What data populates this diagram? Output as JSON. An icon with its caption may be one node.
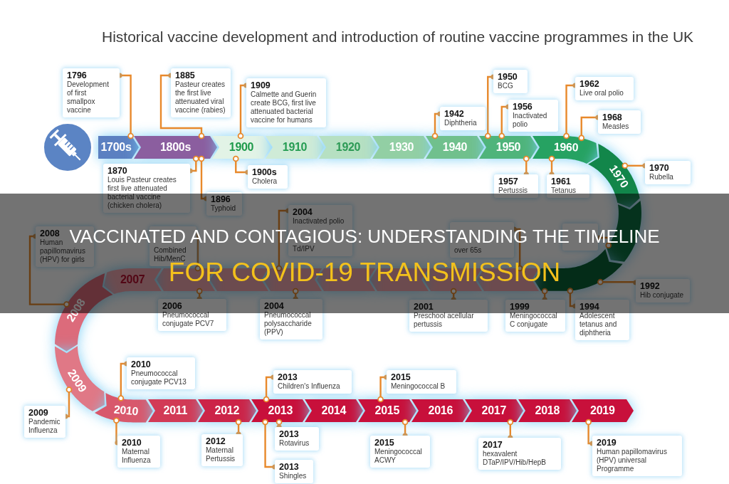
{
  "diagram": {
    "title": "Historical vaccine development and introduction of routine vaccine programmes in the UK",
    "nodes": [
      {
        "text": [
          "1700s"
        ]
      },
      {
        "text": [
          "1800s"
        ]
      },
      {
        "text": [
          "1900"
        ]
      },
      {
        "text": [
          "1910"
        ]
      },
      {
        "text": [
          "1920"
        ]
      },
      {
        "text": [
          "1930"
        ]
      },
      {
        "text": [
          "1940"
        ]
      },
      {
        "text": [
          "1950"
        ]
      },
      {
        "text": [
          "1960"
        ]
      },
      {
        "text": [
          "1970"
        ]
      },
      {
        "text": [],
        "shape": "chevron"
      },
      {
        "text": [],
        "shape": "chevron"
      },
      {
        "text": [],
        "shape": "chevron"
      },
      {
        "text": [],
        "shape": "chevron"
      },
      {
        "text": [],
        "shape": "chevron"
      },
      {
        "text": [],
        "shape": "chevron"
      },
      {
        "text": [],
        "shape": "chevron"
      },
      {
        "text": [],
        "shape": "chevron"
      },
      {
        "text": [],
        "shape": "chevron"
      },
      {
        "text": [
          "2007"
        ]
      },
      {
        "text": [
          "2008"
        ]
      },
      {
        "text": [
          "2009"
        ]
      },
      {
        "text": [
          "2010"
        ]
      },
      {
        "text": [
          "2011"
        ]
      },
      {
        "text": [
          "2012"
        ]
      },
      {
        "text": [
          "2013"
        ]
      },
      {
        "text": [
          "2014"
        ]
      },
      {
        "text": [
          "2015"
        ]
      },
      {
        "text": [
          "2016"
        ]
      },
      {
        "text": [
          "2017"
        ]
      },
      {
        "text": [
          "2018"
        ]
      },
      {
        "text": [
          "2019"
        ]
      },
      {
        "text": [
          "1796",
          "Development of first smallpox vaccine"
        ]
      },
      {
        "text": [
          "1885",
          "Pasteur creates the first live attenuated viral vaccine (rabies)"
        ]
      },
      {
        "text": [
          "1909",
          "Calmette and Guerin create BCG, first live attenuated bacterial vaccine for humans"
        ]
      },
      {
        "text": [
          "1942",
          "Diphtheria"
        ]
      },
      {
        "text": [
          "1950",
          "BCG"
        ]
      },
      {
        "text": [
          "1956",
          "Inactivated polio"
        ]
      },
      {
        "text": [
          "1962",
          "Live oral polio"
        ]
      },
      {
        "text": [
          "1968",
          "Measles"
        ]
      },
      {
        "text": [
          "1970",
          "Rubella"
        ]
      },
      {
        "text": [
          "1870",
          "Louis Pasteur creates first live attenuated bacterial vaccine (chicken cholera)"
        ]
      },
      {
        "text": [
          "1896",
          "Typhoid"
        ]
      },
      {
        "text": [
          "1900s",
          "Cholera"
        ]
      },
      {
        "text": [
          "1957",
          "Pertussis"
        ]
      },
      {
        "text": [
          "1961",
          "Tetanus"
        ]
      },
      {
        "text": [
          "2008",
          "Human papillomavirus (HPV) for girls"
        ]
      },
      {
        "text": [
          "Combined Hib/MenC"
        ]
      },
      {
        "text": [
          "2004",
          "Inactivated polio",
          "Td/IPV"
        ]
      },
      {
        "text": [
          "over 65s"
        ]
      },
      {
        "text": [],
        "shape": "box"
      },
      {
        "text": [
          "1992",
          "Hib conjugate"
        ]
      },
      {
        "text": [
          "1994",
          "Adolescent tetanus and diphtheria"
        ]
      },
      {
        "text": [
          "1999",
          "Meningococcal C conjugate"
        ]
      },
      {
        "text": [
          "2001",
          "Preschool acellular pertussis"
        ]
      },
      {
        "text": [
          "2006",
          "Pneumococcal conjugate PCV7"
        ]
      },
      {
        "text": [
          "2004",
          "Pneumococcal polysaccharide (PPV)"
        ]
      },
      {
        "text": [
          "2010",
          "Pneumococcal conjugate PCV13"
        ]
      },
      {
        "text": [
          "2013",
          "Children's Influenza"
        ]
      },
      {
        "text": [
          "2015",
          "Meningococcal B"
        ]
      },
      {
        "text": [
          "2009",
          "Pandemic Influenza"
        ]
      },
      {
        "text": [
          "2010",
          "Maternal Influenza"
        ]
      },
      {
        "text": [
          "2012",
          "Maternal Pertussis"
        ]
      },
      {
        "text": [
          "2013",
          "Rotavirus"
        ]
      },
      {
        "text": [
          "2013",
          "Shingles"
        ]
      },
      {
        "text": [
          "2015",
          "Meningococcal ACWY"
        ]
      },
      {
        "text": [
          "2017",
          "hexavalent DTaP/IPV/Hib/HepB"
        ]
      },
      {
        "text": [
          "2019",
          "Human papillomavirus (HPV) universal Programme"
        ]
      }
    ],
    "edges": [
      {
        "from": 32,
        "to": 0,
        "arrow": "other"
      },
      {
        "from": 33,
        "to": 1,
        "arrow": "other"
      },
      {
        "from": 34,
        "to": 2,
        "arrow": "other"
      },
      {
        "from": 35,
        "to": 6,
        "arrow": "other"
      },
      {
        "from": 36,
        "to": 7,
        "arrow": "other"
      },
      {
        "from": 37,
        "to": 7,
        "arrow": "other"
      },
      {
        "from": 38,
        "to": 8,
        "arrow": "other"
      },
      {
        "from": 39,
        "to": 8,
        "arrow": "other"
      },
      {
        "from": 40,
        "to": 9,
        "arrow": "other"
      },
      {
        "from": 41,
        "to": 1,
        "arrow": "other"
      },
      {
        "from": 42,
        "to": 1,
        "arrow": "other"
      },
      {
        "from": 43,
        "to": 2,
        "arrow": "other"
      },
      {
        "from": 44,
        "to": 7,
        "arrow": "other"
      },
      {
        "from": 45,
        "to": 8,
        "arrow": "other"
      },
      {
        "from": 46,
        "to": 20,
        "arrow": "other"
      },
      {
        "from": 47,
        "to": 18,
        "arrow": "other"
      },
      {
        "from": 48,
        "to": 16,
        "arrow": "other"
      },
      {
        "from": 49,
        "to": 12,
        "arrow": "other"
      },
      {
        "from": 50,
        "to": 10,
        "arrow": "other"
      },
      {
        "from": 51,
        "to": 11,
        "arrow": "other"
      },
      {
        "from": 52,
        "to": 11,
        "arrow": "other"
      },
      {
        "from": 53,
        "to": 11,
        "arrow": "other"
      },
      {
        "from": 54,
        "to": 13,
        "arrow": "other"
      },
      {
        "from": 55,
        "to": 18,
        "arrow": "other"
      },
      {
        "from": 56,
        "to": 16,
        "arrow": "other"
      },
      {
        "from": 57,
        "to": 22,
        "arrow": "other"
      },
      {
        "from": 58,
        "to": 25,
        "arrow": "other"
      },
      {
        "from": 59,
        "to": 27,
        "arrow": "other"
      },
      {
        "from": 60,
        "to": 21,
        "arrow": "other"
      },
      {
        "from": 61,
        "to": 22,
        "arrow": "other"
      },
      {
        "from": 62,
        "to": 24,
        "arrow": "other"
      },
      {
        "from": 63,
        "to": 25,
        "arrow": "other"
      },
      {
        "from": 64,
        "to": 25,
        "arrow": "other"
      },
      {
        "from": 65,
        "to": 27,
        "arrow": "other"
      },
      {
        "from": 66,
        "to": 29,
        "arrow": "other"
      },
      {
        "from": 67,
        "to": 31,
        "arrow": "other"
      }
    ],
    "labels": [
      "VACCINATED AND CONTAGIOUS: UNDERSTANDING THE TIMELINE",
      "FOR COVID-19 TRANSMISSION"
    ]
  }
}
